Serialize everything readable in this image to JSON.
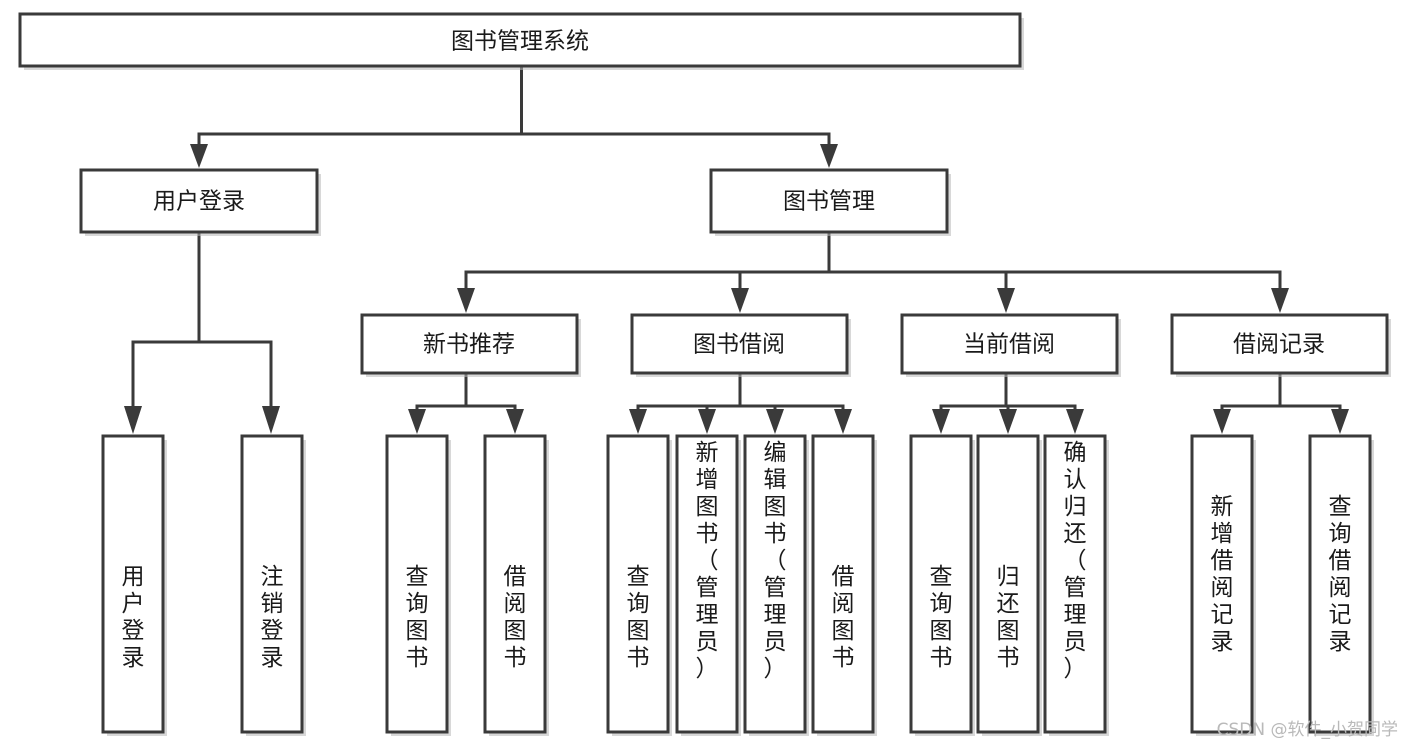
{
  "diagram": {
    "title": "图书管理系统",
    "type": "tree-hierarchy",
    "watermark": "CSDN @软件_小贺同学",
    "colors": {
      "box_stroke": "#3a3a3a",
      "box_fill": "#ffffff",
      "text": "#1a1a1a",
      "connector": "#3a3a3a",
      "watermark": "#b9b9b9",
      "background": "#ffffff"
    },
    "levels": {
      "level1": [
        {
          "id": "root",
          "label": "图书管理系统",
          "orientation": "horizontal"
        }
      ],
      "level2": [
        {
          "id": "user-login",
          "label": "用户登录",
          "orientation": "horizontal",
          "parent": "root"
        },
        {
          "id": "book-manage",
          "label": "图书管理",
          "orientation": "horizontal",
          "parent": "root"
        }
      ],
      "level3": [
        {
          "id": "new-book-rec",
          "label": "新书推荐",
          "orientation": "horizontal",
          "parent": "book-manage"
        },
        {
          "id": "book-borrow",
          "label": "图书借阅",
          "orientation": "horizontal",
          "parent": "book-manage"
        },
        {
          "id": "current-borrow",
          "label": "当前借阅",
          "orientation": "horizontal",
          "parent": "book-manage"
        },
        {
          "id": "borrow-record",
          "label": "借阅记录",
          "orientation": "horizontal",
          "parent": "book-manage"
        }
      ],
      "level4": [
        {
          "id": "leaf-user-login",
          "label": "用户登录",
          "orientation": "vertical",
          "parent": "user-login"
        },
        {
          "id": "leaf-user-logout",
          "label": "注销登录",
          "orientation": "vertical",
          "parent": "user-login"
        },
        {
          "id": "leaf-query-book-1",
          "label": "查询图书",
          "orientation": "vertical",
          "parent": "new-book-rec"
        },
        {
          "id": "leaf-borrow-book-1",
          "label": "借阅图书",
          "orientation": "vertical",
          "parent": "new-book-rec"
        },
        {
          "id": "leaf-query-book-2",
          "label": "查询图书",
          "orientation": "vertical",
          "parent": "book-borrow"
        },
        {
          "id": "leaf-add-book",
          "label": "新增图书（管理员）",
          "orientation": "vertical",
          "parent": "book-borrow"
        },
        {
          "id": "leaf-edit-book",
          "label": "编辑图书（管理员）",
          "orientation": "vertical",
          "parent": "book-borrow"
        },
        {
          "id": "leaf-borrow-book-2",
          "label": "借阅图书",
          "orientation": "vertical",
          "parent": "book-borrow"
        },
        {
          "id": "leaf-query-book-3",
          "label": "查询图书",
          "orientation": "vertical",
          "parent": "current-borrow"
        },
        {
          "id": "leaf-return-book",
          "label": "归还图书",
          "orientation": "vertical",
          "parent": "current-borrow"
        },
        {
          "id": "leaf-confirm-return",
          "label": "确认归还（管理员）",
          "orientation": "vertical",
          "parent": "current-borrow"
        },
        {
          "id": "leaf-add-record",
          "label": "新增借阅记录",
          "orientation": "vertical",
          "parent": "borrow-record"
        },
        {
          "id": "leaf-query-record",
          "label": "查询借阅记录",
          "orientation": "vertical",
          "parent": "borrow-record"
        }
      ]
    }
  }
}
